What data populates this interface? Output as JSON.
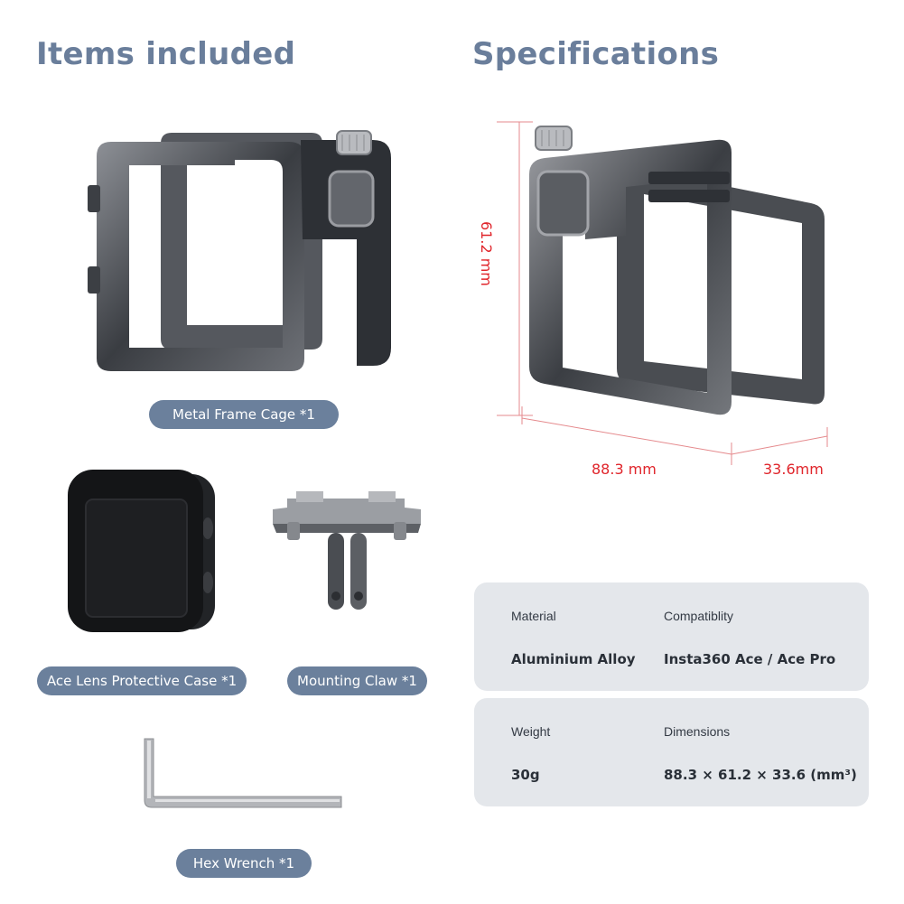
{
  "headings": {
    "items": "Items included",
    "specs": "Specifications"
  },
  "items": {
    "cage": "Metal Frame Cage *1",
    "lens_case": "Ace Lens Protective Case *1",
    "claw": "Mounting Claw *1",
    "wrench": "Hex Wrench *1"
  },
  "dimensions": {
    "height": "61.2 mm",
    "length": "88.3 mm",
    "depth": "33.6mm"
  },
  "specs": {
    "material_label": "Material",
    "material_value": "Aluminium Alloy",
    "compat_label": "Compatiblity",
    "compat_value": "Insta360 Ace / Ace Pro",
    "weight_label": "Weight",
    "weight_value": "30g",
    "dims_label": "Dimensions",
    "dims_value": "88.3 × 61.2 × 33.6 (mm³)"
  },
  "colors": {
    "accent": "#6b809c",
    "dimension": "#e0252b",
    "card": "#e4e7eb"
  }
}
